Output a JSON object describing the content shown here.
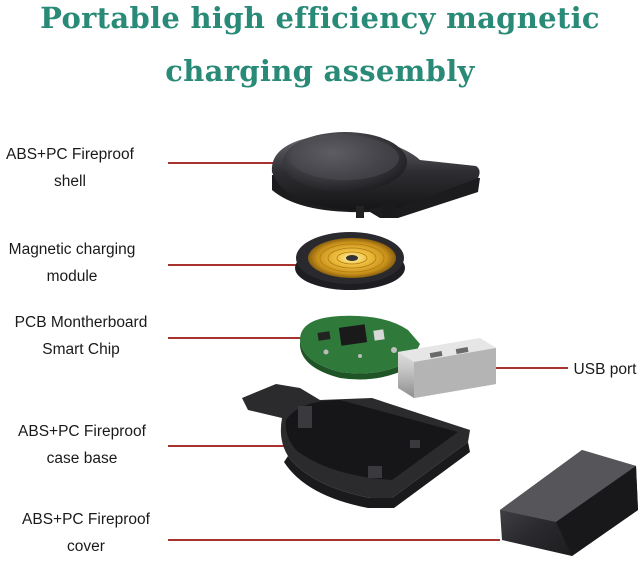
{
  "title": {
    "line1": "Portable high efficiency magnetic",
    "line2": "charging assembly"
  },
  "labels": {
    "shell": [
      "ABS+PC Fireproof",
      "shell"
    ],
    "module": [
      "Magnetic charging",
      "module"
    ],
    "pcb": [
      "PCB Montherboard",
      "Smart Chip"
    ],
    "usb": "USB port",
    "base": [
      "ABS+PC Fireproof",
      "case base"
    ],
    "cover": [
      "ABS+PC Fireproof",
      "cover"
    ]
  },
  "colors": {
    "title": "#2a8a78",
    "leader_line": "#a8322e",
    "coil": "#d9a520",
    "pcb": "#2f7a3a",
    "plastic": "#2b2b2e"
  }
}
